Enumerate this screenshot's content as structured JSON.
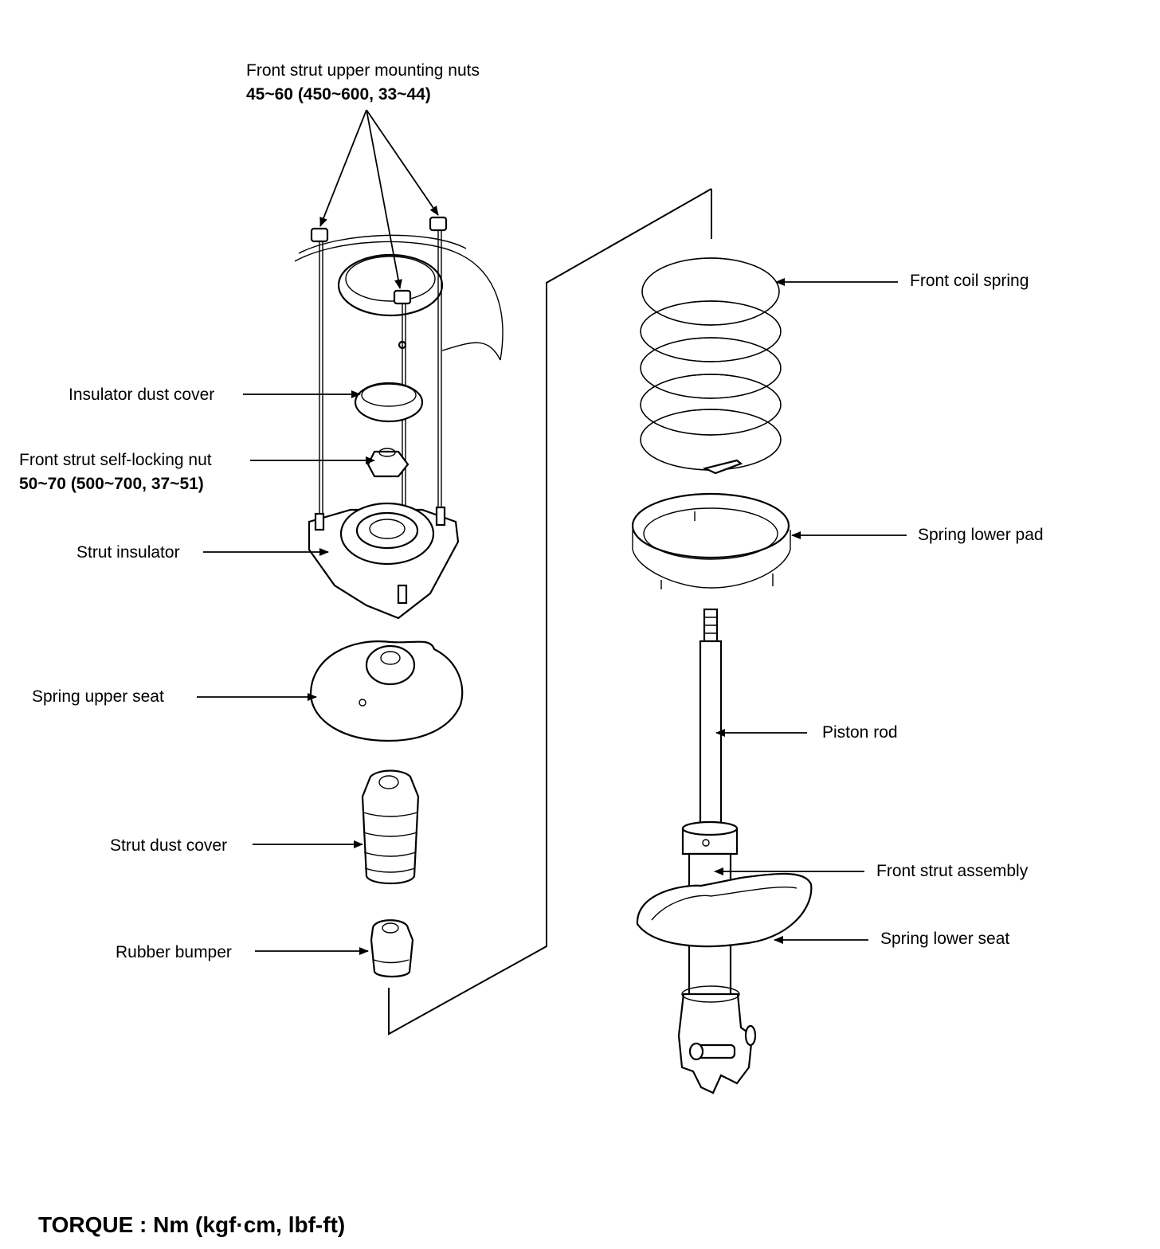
{
  "callouts": {
    "upper_mounting_nuts": {
      "label": "Front strut upper mounting nuts",
      "torque": "45~60 (450~600, 33~44)"
    },
    "insulator_dust_cover": "Insulator dust cover",
    "self_locking_nut": {
      "label": "Front strut self-locking nut",
      "torque": "50~70 (500~700, 37~51)"
    },
    "strut_insulator": "Strut insulator",
    "spring_upper_seat": "Spring upper seat",
    "strut_dust_cover": "Strut dust cover",
    "rubber_bumper": "Rubber bumper",
    "front_coil_spring": "Front coil spring",
    "spring_lower_pad": "Spring lower pad",
    "piston_rod": "Piston rod",
    "front_strut_assembly": "Front strut assembly",
    "spring_lower_seat": "Spring lower seat"
  },
  "legend": {
    "torque_units": "TORQUE : Nm (kgf·cm, lbf-ft)"
  },
  "colors": {
    "line": "#000000",
    "background": "#ffffff"
  }
}
